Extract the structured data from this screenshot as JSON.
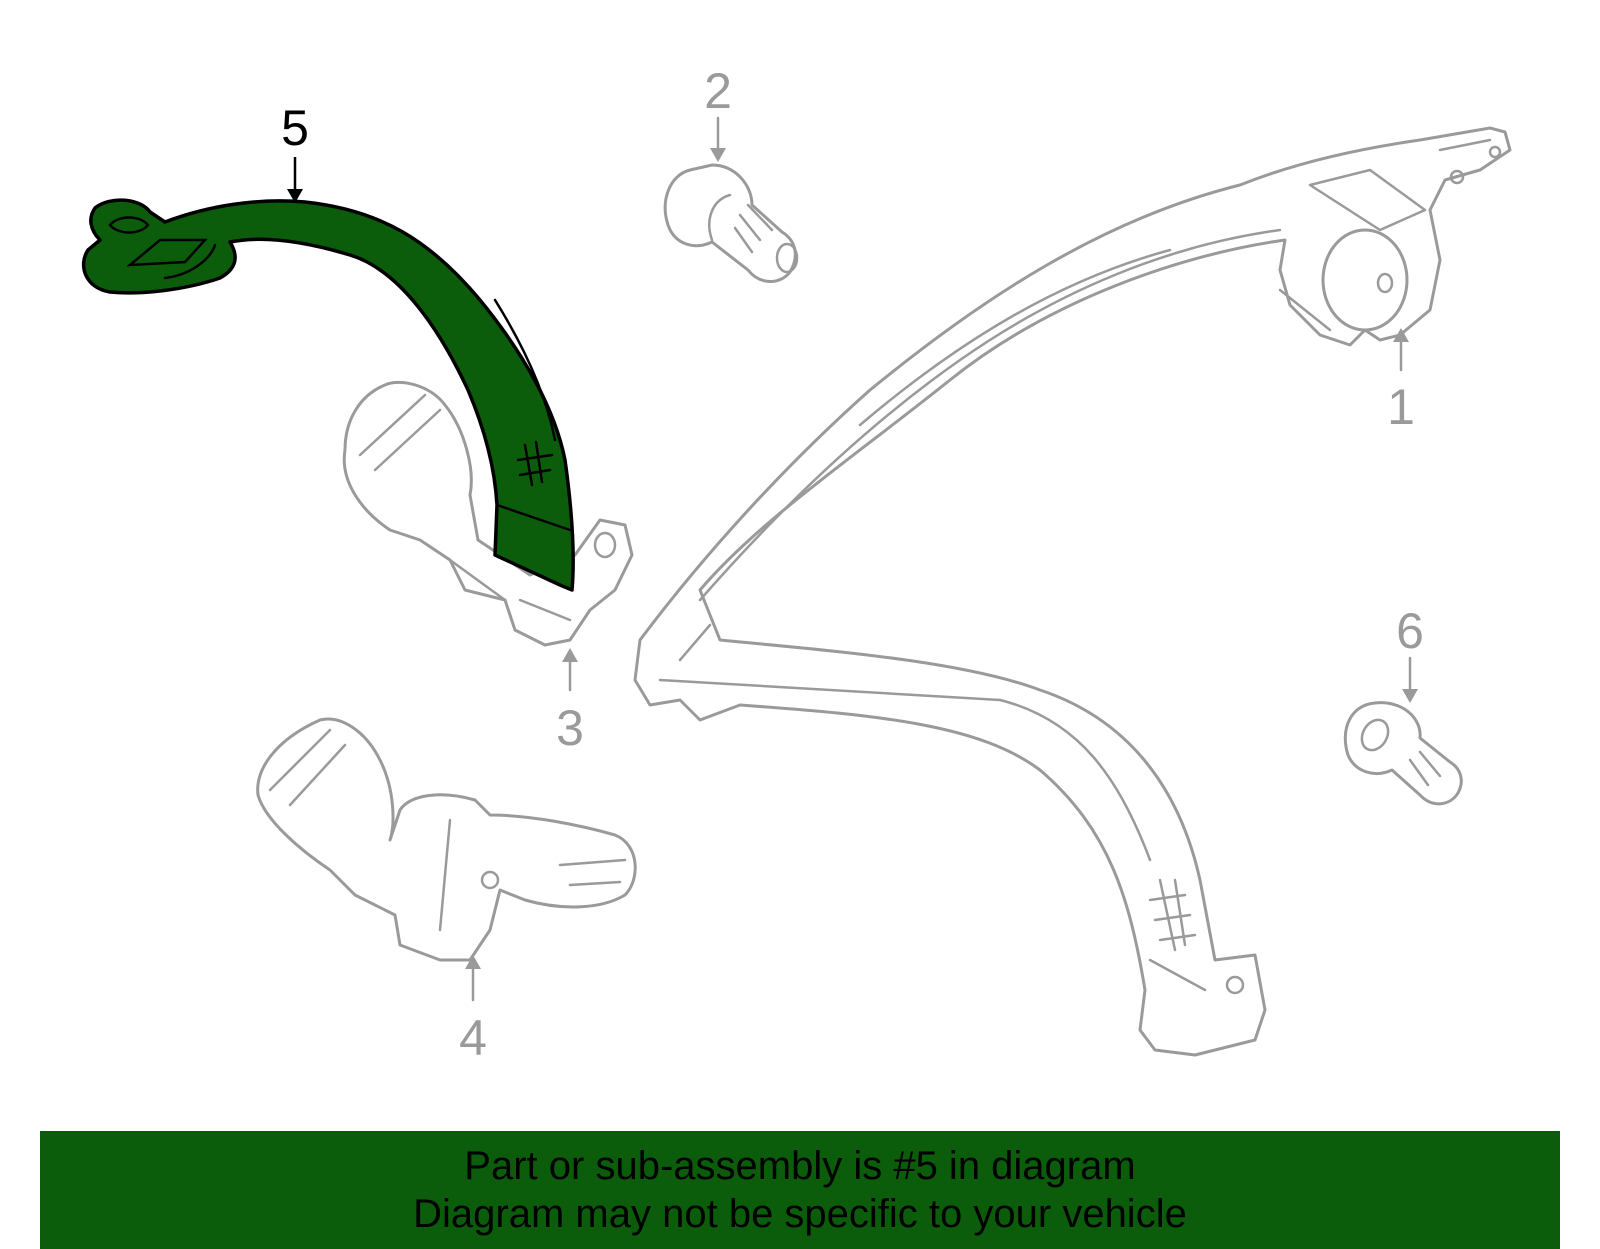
{
  "callouts": [
    {
      "id": "1",
      "label": "1"
    },
    {
      "id": "2",
      "label": "2"
    },
    {
      "id": "3",
      "label": "3"
    },
    {
      "id": "4",
      "label": "4"
    },
    {
      "id": "5",
      "label": "5"
    },
    {
      "id": "6",
      "label": "6"
    }
  ],
  "highlighted_part": "5",
  "colors": {
    "highlight_fill": "#0b5d0b",
    "banner": "#0b5d0b",
    "part_outline": "#9a9a9a",
    "active_outline": "#000000"
  },
  "banner": {
    "line1": "Part or sub-assembly is #5 in diagram",
    "line2": "Diagram may not be specific to your vehicle"
  }
}
